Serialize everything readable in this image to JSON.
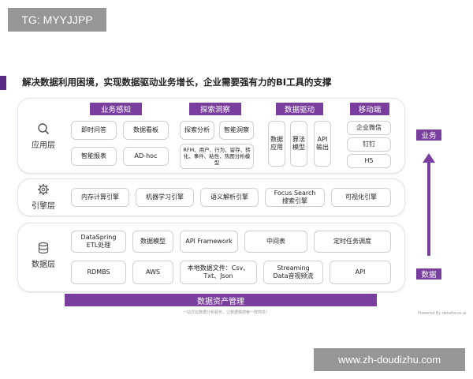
{
  "watermark_top": "TG: MYYJJPP",
  "watermark_bottom": "www.zh-doudizhu.com",
  "heading": "解决数据利用困境，实现数据驱动业务增长，企业需要强有力的BI工具的支撑",
  "layers": {
    "app": "应用层",
    "engine": "引擎层",
    "data": "数据层"
  },
  "groups": {
    "business_perception": {
      "title": "业务感知",
      "items": [
        "即时问答",
        "数据看板",
        "智能报表",
        "AD-hoc"
      ]
    },
    "explore_insight": {
      "title": "探索洞察",
      "items": [
        "探索分析",
        "智能洞察",
        "RFM、用户、行为、留存、转化、事件、粘性、热图分析模型"
      ]
    },
    "data_driven": {
      "title": "数据驱动",
      "items": [
        "数据应用",
        "算法模型",
        "API输出"
      ]
    },
    "mobile": {
      "title": "移动端",
      "items": [
        "企业微信",
        "钉钉",
        "H5"
      ]
    }
  },
  "engine_items": [
    "内存计算引擎",
    "机器学习引擎",
    "语义解析引擎",
    "Focus Search\n搜索引擎",
    "可视化引擎"
  ],
  "data_row1": [
    "DataSpring\nETL处理",
    "数据模型",
    "API Framework",
    "中间表",
    "定时任务调度"
  ],
  "data_row2": [
    "RDMBS",
    "AWS",
    "本地数据文件：Csv、\nTxt、Json",
    "Streaming\nData音视频流",
    "API"
  ],
  "asset_mgmt": "数据资产管理",
  "arrow_top": "业务",
  "arrow_bottom": "数据",
  "footnote": "一站式云数据分析服务，让数据像搜索一样简单！",
  "powered": "Powered By datafocus.ai",
  "colors": {
    "accent": "#7a3e9e",
    "heading_bar": "#5b2a86",
    "overlay": "#787878"
  },
  "icons": {
    "app": "search-icon",
    "engine": "gear-icon",
    "data": "database-icon"
  }
}
